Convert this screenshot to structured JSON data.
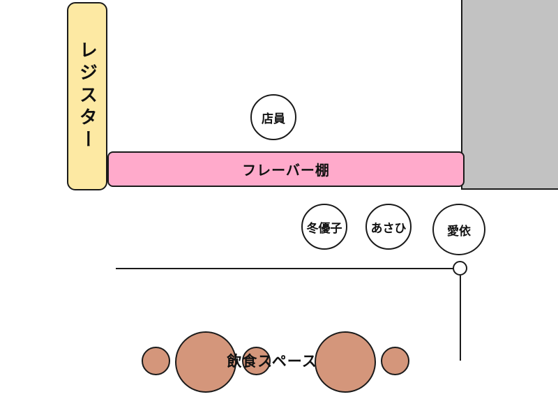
{
  "register": {
    "label": "レジスター"
  },
  "staff": {
    "label": "店員"
  },
  "shelf": {
    "label": "フレーバー棚"
  },
  "people": [
    "冬優子",
    "あさひ",
    "愛依"
  ],
  "dining": {
    "label": "飲食スペース"
  },
  "colors": {
    "register_fill": "#fde9a3",
    "shelf_fill": "#ffaacb",
    "wall_fill": "#c2c2c2",
    "table_fill": "#d4967b"
  }
}
